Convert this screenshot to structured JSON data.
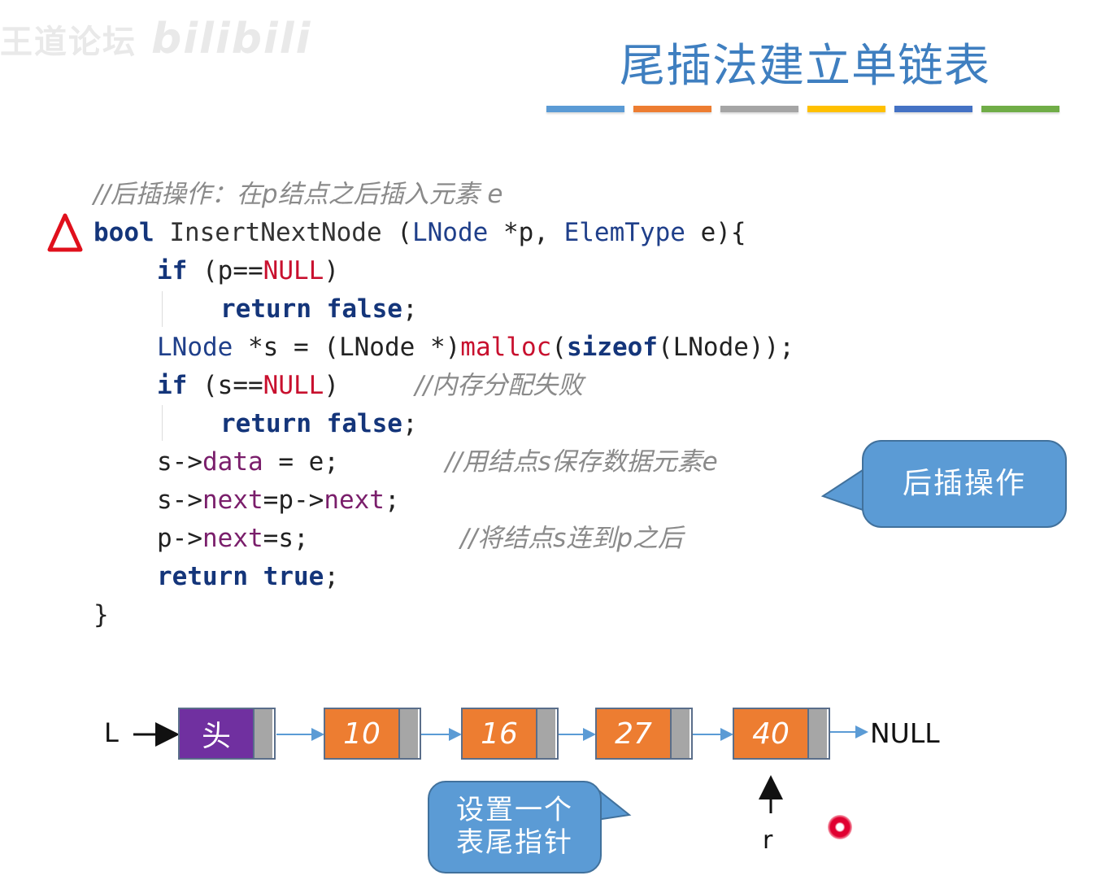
{
  "watermark": {
    "text": "王道论坛",
    "logo": "bilibili"
  },
  "slide_title": "尾插法建立单链表",
  "title_bar_colors": [
    "#5b9bd5",
    "#ed7d31",
    "#a5a5a5",
    "#ffc000",
    "#4472c4",
    "#70ad47"
  ],
  "code": {
    "comment_header": "//后插操作：在p结点之后插入元素 e",
    "l1": {
      "bool": "bool",
      "fn": " InsertNextNode ",
      "rest1": "(",
      "lnode": "LNode",
      "rest2": " *p, ",
      "elemtype": "ElemType",
      "rest3": " e){"
    },
    "l2": {
      "if": "if",
      "a": " (p==",
      "null": "NULL",
      "b": ")"
    },
    "l3": {
      "ret": "return",
      "sp": " ",
      "false": "false",
      "semi": ";"
    },
    "l4": {
      "lnode": "LNode",
      "a": " *s = (LNode *)",
      "malloc": "malloc",
      "b": "(",
      "sizeof": "sizeof",
      "c": "(LNode));"
    },
    "l5": {
      "if": "if",
      "a": " (s==",
      "null": "NULL",
      "b": ")",
      "gap": "     ",
      "comment": "//内存分配失败"
    },
    "l6": {
      "ret": "return",
      "sp": " ",
      "false": "false",
      "semi": ";"
    },
    "l7": {
      "a": "s->",
      "data": "data",
      "b": " = e;",
      "gap": "       ",
      "comment": "//用结点s保存数据元素e"
    },
    "l8": {
      "a": "s->",
      "next1": "next",
      "b": "=p->",
      "next2": "next",
      "c": ";"
    },
    "l9": {
      "a": "p->",
      "next": "next",
      "b": "=s;",
      "gap": "          ",
      "comment": "//将结点s连到p之后"
    },
    "l10": {
      "ret": "return",
      "sp": " ",
      "true": "true",
      "semi": ";"
    },
    "l11": "}"
  },
  "callouts": {
    "insert_after": "后插操作",
    "tail_pointer_line1": "设置一个",
    "tail_pointer_line2": "表尾指针"
  },
  "list": {
    "head_label": "L",
    "nodes": [
      "头",
      "10",
      "16",
      "27",
      "40"
    ],
    "null_label": "NULL",
    "tail_pointer_label": "r"
  },
  "colors": {
    "title": "#3f7fc0",
    "node_data": "#ed7d31",
    "head_node": "#7030a0",
    "node_pointer": "#a6a6a6",
    "callout": "#5b9bd5",
    "keyword": "#14357a",
    "null": "#c8102e",
    "warning_triangle": "#e0101c"
  },
  "icons": {
    "warning": "warning-triangle-icon",
    "laser": "laser-pointer-dot"
  }
}
